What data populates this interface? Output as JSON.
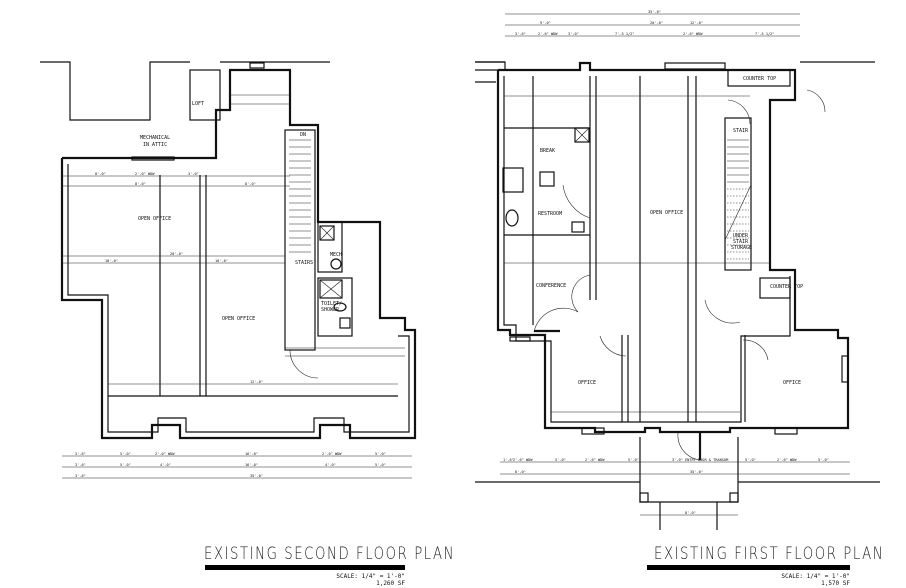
{
  "plans": {
    "second": {
      "title": "EXISTING SECOND FLOOR PLAN",
      "scale": "SCALE: 1/4\" = 1'-0\"",
      "area": "1,260 SF",
      "rooms": {
        "open_office_1": "OPEN OFFICE",
        "open_office_2": "OPEN OFFICE",
        "mechanical_1": "MECHANICAL",
        "mechanical_2": "IN ATTIC",
        "loft": "LOFT",
        "stairs": "STAIRS",
        "mech": "MECH",
        "toilet_1": "TOILET/",
        "toilet_2": "SHOWER",
        "stair_dir": "DN"
      },
      "dims": {
        "bottom_row1": [
          "3'-6\"",
          "5'-0\"",
          "2'-0\" WDW",
          "16'-0\"",
          "2'-0\" WDW",
          "5'-0\""
        ],
        "bottom_row2": [
          "3'-6\"",
          "5'-0\"",
          "4'-0\"",
          "16'-0\"",
          "4'-0\"",
          "5'-0\""
        ],
        "bottom_total": [
          "3'-6\"",
          "35'-0\""
        ],
        "top_row": [
          "8'-0\"",
          "2'-0\" WDW",
          "3'-0\"",
          "8'-0\"",
          "8'-0\""
        ],
        "mid": [
          "10'-0\"",
          "20'-0\"",
          "10'-0\"",
          "12'-0\""
        ]
      }
    },
    "first": {
      "title": "EXISTING FIRST FLOOR PLAN",
      "scale": "SCALE: 1/4\" = 1'-0\"",
      "area": "1,570 SF",
      "rooms": {
        "break": "BREAK",
        "restroom": "RESTROOM",
        "conference": "CONFERENCE",
        "open_office": "OPEN OFFICE",
        "office_left": "OFFICE",
        "office_right": "OFFICE",
        "counter_top_1": "COUNTER TOP",
        "counter_top_2": "COUNTER TOP",
        "stair_up": "STAIR",
        "under_stair_1": "UNDER",
        "under_stair_2": "STAIR",
        "under_stair_3": "STORAGE"
      },
      "dims": {
        "top_total": "35'-0\"",
        "top_row2": [
          "9'-0\"",
          "20'-0\"",
          "12'-0\""
        ],
        "top_row3": [
          "3'-6\"",
          "2'-6\" WDW",
          "3'-0\"",
          "7'-5 1/2\"",
          "2'-6\" WDW",
          "7'-5 1/2\""
        ],
        "bottom_row1": [
          "1'-6\"",
          "2'-6\" WDW",
          "5'-0\"",
          "2'-6\" WDW",
          "5'-0\"",
          "3'-0\" ENTRY DOOR & TRANSOM",
          "5'-0\"",
          "2'-6\" WDW",
          "5'-0\""
        ],
        "bottom_row2": [
          "6'-0\"",
          "35'-0\""
        ],
        "porch": "8'-0\""
      }
    }
  }
}
